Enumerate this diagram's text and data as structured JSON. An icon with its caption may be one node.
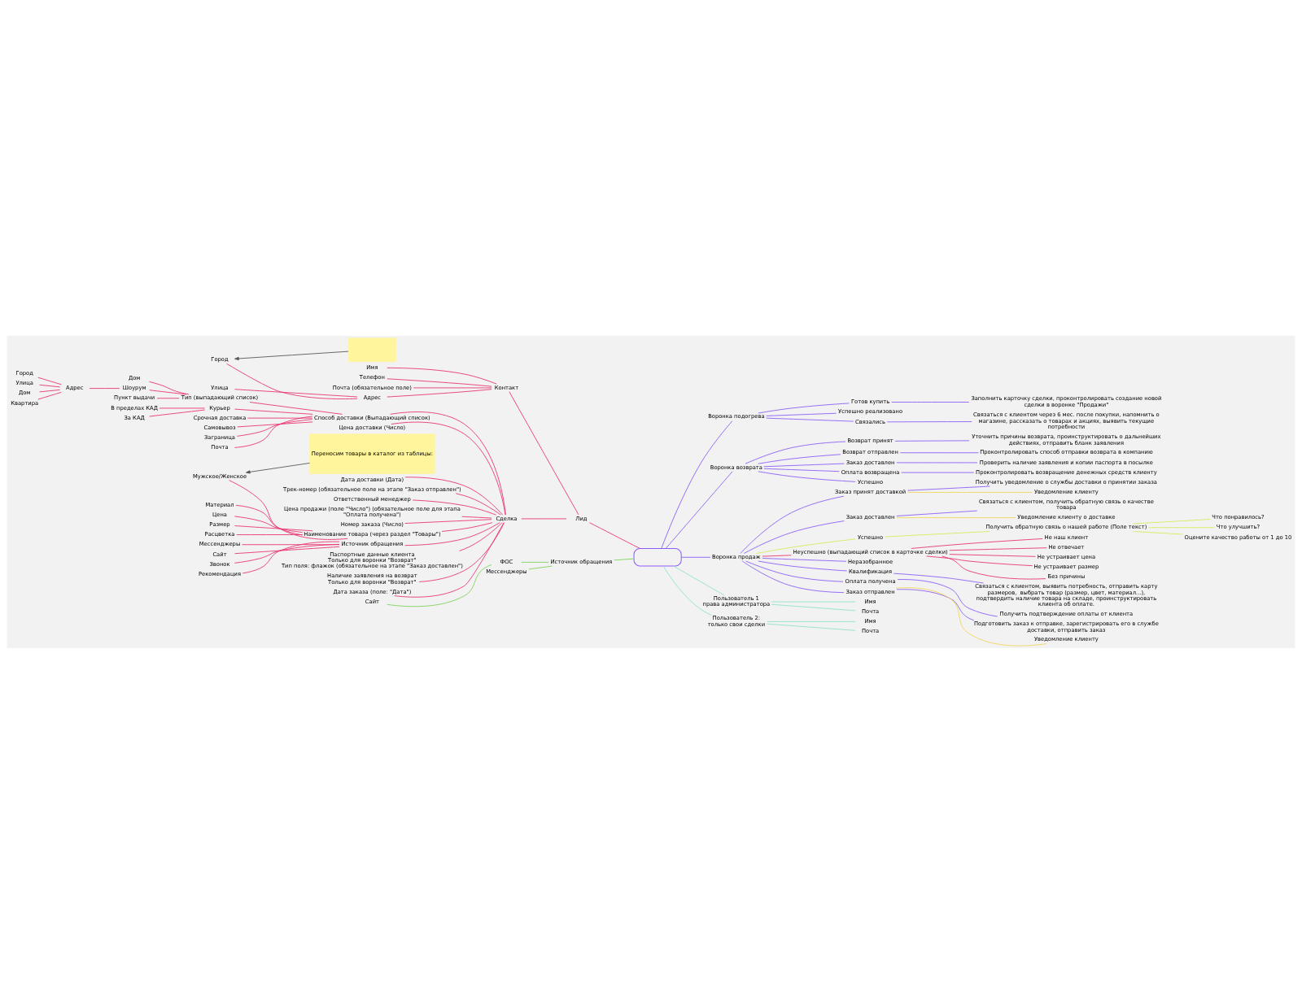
{
  "diagram": {
    "nodes": [
      {
        "text": [],
        "shape": "box"
      },
      {
        "text": [
          "Лид"
        ]
      },
      {
        "text": [
          "Сделка"
        ]
      },
      {
        "text": [
          "Источник обращения"
        ]
      },
      {
        "text": [
          "ФОС"
        ]
      },
      {
        "text": [
          "Сайт"
        ]
      },
      {
        "text": [
          "Мессенджеры"
        ]
      },
      {
        "text": [
          "Ответственный менеджер"
        ]
      },
      {
        "text": [
          "Цена продажи (поле \"Число\") (обязательное поле для этапа \"Оплата получена\")"
        ]
      },
      {
        "text": [
          "Номер заказа (Число)"
        ]
      },
      {
        "text": [
          "Наименование товара (через раздел \"Товары\")"
        ]
      },
      {
        "text": [
          "Размер"
        ]
      },
      {
        "text": [
          "Расцветка"
        ]
      },
      {
        "text": [
          "Материал"
        ]
      },
      {
        "text": [
          "Цена"
        ]
      },
      {
        "text": [
          "Мужское/Женское"
        ]
      },
      {
        "text": [
          "Переносим товары в каталог из таблицы:"
        ]
      },
      {
        "text": [
          "Дата заказа (поле: \"Дата\")"
        ]
      },
      {
        "text": [
          "Способ доставки (Выпадающий список)"
        ]
      },
      {
        "text": [
          "Почта"
        ]
      },
      {
        "text": [
          "Тип (выпадающий список)"
        ]
      },
      {
        "text": [
          "Пункт выдачи"
        ]
      },
      {
        "text": [
          "Дом"
        ]
      },
      {
        "text": [
          "Шоурум"
        ]
      },
      {
        "text": [
          "Адрес"
        ]
      },
      {
        "text": [
          "Город"
        ]
      },
      {
        "text": [
          "Улица"
        ]
      },
      {
        "text": [
          "Дом"
        ]
      },
      {
        "text": [
          "Квартира"
        ]
      },
      {
        "text": [
          "Курьер"
        ]
      },
      {
        "text": [
          "За КАД"
        ]
      },
      {
        "text": [
          "В пределах КАД"
        ]
      },
      {
        "text": [
          "Срочная доставка"
        ]
      },
      {
        "text": [
          "Самовывоз"
        ]
      },
      {
        "text": [
          "Заграница"
        ]
      },
      {
        "text": [
          "Цена доставки (Число)"
        ]
      },
      {
        "text": [
          "Дата доставки (Дата)"
        ]
      },
      {
        "text": [
          "Трек-номер (обязательное поле на этапе \"Заказ отправлен\")"
        ]
      },
      {
        "text": [
          "Источник обращения"
        ]
      },
      {
        "text": [
          "Сайт"
        ]
      },
      {
        "text": [
          "Звонок"
        ]
      },
      {
        "text": [
          "Рекомендация"
        ]
      },
      {
        "text": [
          "Мессенджеры"
        ]
      },
      {
        "text": [
          "Паспортные данные клиента",
          "Только для воронки \"Возврат\"",
          "Тип поля: флажок (обязательное на этапе \"Заказ доставлен\")"
        ]
      },
      {
        "text": [
          "Наличие заявления на возврат",
          "Только для воронки \"Возврат\""
        ]
      },
      {
        "text": [
          "Контакт"
        ]
      },
      {
        "text": [
          "Имя"
        ]
      },
      {
        "text": [
          "Телефон"
        ]
      },
      {
        "text": [
          "Почта (обязательное поле)"
        ]
      },
      {
        "text": [
          "Адрес"
        ]
      },
      {
        "text": [
          "Город"
        ]
      },
      {
        "text": [
          "Улица"
        ]
      },
      {
        "text": [],
        "shape": "box"
      },
      {
        "text": [
          "Воронка подогрева"
        ]
      },
      {
        "text": [
          "Связались"
        ]
      },
      {
        "text": [
          "Связаться с клиентом через 6 мес. после покупки, напомнить о магазине, рассказать о товарах и акциях, выявить текущие потребности"
        ]
      },
      {
        "text": [
          "Готов купить"
        ]
      },
      {
        "text": [
          "Заполнить карточку сделки, проконтролировать создание новой сделки в воронке \"Продажи\""
        ]
      },
      {
        "text": [
          "Успешно реализовано"
        ]
      },
      {
        "text": [
          "Воронка возврата"
        ]
      },
      {
        "text": [
          "Возврат принят"
        ]
      },
      {
        "text": [
          "Уточнить причины возврата, проинструктировать о дальнейших действиях, отправить бланк заявления"
        ]
      },
      {
        "text": [
          "Возврат отправлен"
        ]
      },
      {
        "text": [
          "Проконтролировать способ отправки возврата в компанию"
        ]
      },
      {
        "text": [
          "Заказ доставлен"
        ]
      },
      {
        "text": [
          "Проверить наличие заявления и копии паспорта в посылке"
        ]
      },
      {
        "text": [
          "Оплата возвращена"
        ]
      },
      {
        "text": [
          "Проконтролировать возвращение денежных средств клиенту"
        ]
      },
      {
        "text": [
          "Успешно"
        ]
      },
      {
        "text": [
          "Воронка продаж"
        ]
      },
      {
        "text": [
          "Неразобранное"
        ]
      },
      {
        "text": [
          "Квалификация"
        ]
      },
      {
        "text": [
          "Связаться с клиентом, выявить потребность, отправить карту размеров,  выбрать товар (размер, цвет, материал...), подтвердить наличие товара на складе, проинструктировать клиента об оплате."
        ]
      },
      {
        "text": [
          "Оплата получена"
        ]
      },
      {
        "text": [
          "Получить подтверждение оплаты от клиента"
        ]
      },
      {
        "text": [
          "Заказ отправлен"
        ]
      },
      {
        "text": [
          "Подготовить заказ к отправке, зарегистрировать его в службе доставки, отправить заказ"
        ]
      },
      {
        "text": [
          "Уведомление клиенту"
        ]
      },
      {
        "text": [
          "Заказ принят доставкой"
        ]
      },
      {
        "text": [
          "Получить уведомление о службы доставки о принятии заказа"
        ]
      },
      {
        "text": [
          "Уведомление клиенту"
        ]
      },
      {
        "text": [
          "Заказ доставлен"
        ]
      },
      {
        "text": [
          "Связаться с клиентом, получить обратную связь о качестве товара"
        ]
      },
      {
        "text": [
          "Уведомление клиенту о доставке"
        ]
      },
      {
        "text": [
          "Успешно"
        ]
      },
      {
        "text": [
          "Получить обратную связь о нашей работе (Поле текст)"
        ]
      },
      {
        "text": [
          "Что понравилось?"
        ]
      },
      {
        "text": [
          "Что улучшить?"
        ]
      },
      {
        "text": [
          "Оцените качество работы от 1 до 10"
        ]
      },
      {
        "text": [
          "Неуспешно (выпадающий список в карточке сделки)"
        ]
      },
      {
        "text": [
          "Не наш клиент"
        ]
      },
      {
        "text": [
          "Не отвечает"
        ]
      },
      {
        "text": [
          "Не устраивает цена"
        ]
      },
      {
        "text": [
          "Не устраивает размер"
        ]
      },
      {
        "text": [
          "Без причины"
        ]
      },
      {
        "text": [
          "Пользователь 1",
          "права администратора"
        ]
      },
      {
        "text": [
          "Имя"
        ]
      },
      {
        "text": [
          "Почта"
        ]
      },
      {
        "text": [
          "Пользователь 2:",
          "только свои сделки"
        ]
      },
      {
        "text": [
          "Имя"
        ]
      },
      {
        "text": [
          "Почта"
        ]
      }
    ],
    "edges": [
      {
        "from": 52,
        "to": 1,
        "arrow": "none"
      },
      {
        "from": 52,
        "to": 3,
        "arrow": "none",
        "color": "#7dd35a"
      },
      {
        "from": 52,
        "to": 53,
        "arrow": "none",
        "color": "#8b5cf6"
      },
      {
        "from": 52,
        "to": 59,
        "arrow": "none",
        "color": "#8b5cf6"
      },
      {
        "from": 52,
        "to": 69,
        "arrow": "none",
        "color": "#8b5cf6"
      },
      {
        "from": 52,
        "to": 95,
        "arrow": "none",
        "color": "#90e0cc"
      },
      {
        "from": 52,
        "to": 98,
        "arrow": "none",
        "color": "#90e0cc"
      },
      {
        "from": 1,
        "to": 2,
        "arrow": "none"
      },
      {
        "from": 1,
        "to": 45,
        "arrow": "none"
      },
      {
        "from": 3,
        "to": 4,
        "arrow": "none",
        "color": "#7dd35a"
      },
      {
        "from": 4,
        "to": 5,
        "arrow": "none",
        "color": "#7dd35a"
      },
      {
        "from": 3,
        "to": 6,
        "arrow": "none",
        "color": "#7dd35a"
      },
      {
        "from": 2,
        "to": 7,
        "arrow": "none"
      },
      {
        "from": 2,
        "to": 8,
        "arrow": "none"
      },
      {
        "from": 2,
        "to": 9,
        "arrow": "none"
      },
      {
        "from": 2,
        "to": 10,
        "arrow": "none"
      },
      {
        "from": 10,
        "to": 11,
        "arrow": "none"
      },
      {
        "from": 10,
        "to": 12,
        "arrow": "none"
      },
      {
        "from": 10,
        "to": 13,
        "arrow": "none"
      },
      {
        "from": 10,
        "to": 14,
        "arrow": "none"
      },
      {
        "from": 10,
        "to": 15,
        "arrow": "none"
      },
      {
        "from": 16,
        "to": 15,
        "arrow": "to",
        "color": "#555555"
      },
      {
        "from": 2,
        "to": 17,
        "arrow": "none"
      },
      {
        "from": 2,
        "to": 18,
        "arrow": "none"
      },
      {
        "from": 18,
        "to": 19,
        "arrow": "none"
      },
      {
        "from": 18,
        "to": 20,
        "arrow": "none"
      },
      {
        "from": 20,
        "to": 21,
        "arrow": "none"
      },
      {
        "from": 20,
        "to": 22,
        "arrow": "none"
      },
      {
        "from": 20,
        "to": 23,
        "arrow": "none"
      },
      {
        "from": 23,
        "to": 24,
        "arrow": "none"
      },
      {
        "from": 24,
        "to": 25,
        "arrow": "none"
      },
      {
        "from": 24,
        "to": 26,
        "arrow": "none"
      },
      {
        "from": 24,
        "to": 27,
        "arrow": "none"
      },
      {
        "from": 24,
        "to": 28,
        "arrow": "none"
      },
      {
        "from": 18,
        "to": 29,
        "arrow": "none"
      },
      {
        "from": 29,
        "to": 30,
        "arrow": "none"
      },
      {
        "from": 29,
        "to": 31,
        "arrow": "none"
      },
      {
        "from": 18,
        "to": 32,
        "arrow": "none"
      },
      {
        "from": 18,
        "to": 33,
        "arrow": "none"
      },
      {
        "from": 18,
        "to": 34,
        "arrow": "none"
      },
      {
        "from": 2,
        "to": 35,
        "arrow": "none"
      },
      {
        "from": 2,
        "to": 36,
        "arrow": "none"
      },
      {
        "from": 2,
        "to": 37,
        "arrow": "none"
      },
      {
        "from": 2,
        "to": 38,
        "arrow": "none"
      },
      {
        "from": 38,
        "to": 39,
        "arrow": "none"
      },
      {
        "from": 38,
        "to": 40,
        "arrow": "none"
      },
      {
        "from": 38,
        "to": 41,
        "arrow": "none"
      },
      {
        "from": 38,
        "to": 42,
        "arrow": "none"
      },
      {
        "from": 2,
        "to": 43,
        "arrow": "none"
      },
      {
        "from": 2,
        "to": 44,
        "arrow": "none"
      },
      {
        "from": 45,
        "to": 46,
        "arrow": "none"
      },
      {
        "from": 45,
        "to": 47,
        "arrow": "none"
      },
      {
        "from": 45,
        "to": 48,
        "arrow": "none"
      },
      {
        "from": 45,
        "to": 49,
        "arrow": "none"
      },
      {
        "from": 49,
        "to": 50,
        "arrow": "none"
      },
      {
        "from": 49,
        "to": 51,
        "arrow": "none"
      },
      {
        "from": 0,
        "to": 50,
        "arrow": "to",
        "color": "#555555"
      },
      {
        "from": 53,
        "to": 54,
        "arrow": "none",
        "color": "#8b5cf6"
      },
      {
        "from": 54,
        "to": 55,
        "arrow": "none",
        "color": "#8b5cf6"
      },
      {
        "from": 53,
        "to": 56,
        "arrow": "none",
        "color": "#8b5cf6"
      },
      {
        "from": 56,
        "to": 57,
        "arrow": "none",
        "color": "#8b5cf6"
      },
      {
        "from": 53,
        "to": 58,
        "arrow": "none",
        "color": "#8b5cf6"
      },
      {
        "from": 59,
        "to": 60,
        "arrow": "none",
        "color": "#8b5cf6"
      },
      {
        "from": 60,
        "to": 61,
        "arrow": "none",
        "color": "#8b5cf6"
      },
      {
        "from": 59,
        "to": 62,
        "arrow": "none",
        "color": "#8b5cf6"
      },
      {
        "from": 62,
        "to": 63,
        "arrow": "none",
        "color": "#8b5cf6"
      },
      {
        "from": 59,
        "to": 64,
        "arrow": "none",
        "color": "#8b5cf6"
      },
      {
        "from": 64,
        "to": 65,
        "arrow": "none",
        "color": "#8b5cf6"
      },
      {
        "from": 59,
        "to": 66,
        "arrow": "none",
        "color": "#8b5cf6"
      },
      {
        "from": 66,
        "to": 67,
        "arrow": "none",
        "color": "#8b5cf6"
      },
      {
        "from": 59,
        "to": 68,
        "arrow": "none",
        "color": "#8b5cf6"
      },
      {
        "from": 69,
        "to": 70,
        "arrow": "none",
        "color": "#8b5cf6"
      },
      {
        "from": 69,
        "to": 71,
        "arrow": "none",
        "color": "#8b5cf6"
      },
      {
        "from": 71,
        "to": 72,
        "arrow": "none",
        "color": "#8b5cf6"
      },
      {
        "from": 69,
        "to": 73,
        "arrow": "none",
        "color": "#8b5cf6"
      },
      {
        "from": 73,
        "to": 74,
        "arrow": "none",
        "color": "#8b5cf6"
      },
      {
        "from": 69,
        "to": 75,
        "arrow": "none",
        "color": "#8b5cf6"
      },
      {
        "from": 75,
        "to": 76,
        "arrow": "none",
        "color": "#8b5cf6"
      },
      {
        "from": 75,
        "to": 77,
        "arrow": "none",
        "color": "#f2d65a"
      },
      {
        "from": 69,
        "to": 78,
        "arrow": "none",
        "color": "#8b5cf6"
      },
      {
        "from": 78,
        "to": 79,
        "arrow": "none",
        "color": "#8b5cf6"
      },
      {
        "from": 78,
        "to": 80,
        "arrow": "none",
        "color": "#f2d65a"
      },
      {
        "from": 69,
        "to": 81,
        "arrow": "none",
        "color": "#8b5cf6"
      },
      {
        "from": 81,
        "to": 82,
        "arrow": "none",
        "color": "#8b5cf6"
      },
      {
        "from": 81,
        "to": 83,
        "arrow": "none",
        "color": "#f2d65a"
      },
      {
        "from": 69,
        "to": 84,
        "arrow": "none",
        "color": "#d6ea5a"
      },
      {
        "from": 84,
        "to": 85,
        "arrow": "none",
        "color": "#d6ea5a"
      },
      {
        "from": 85,
        "to": 86,
        "arrow": "none",
        "color": "#d6ea5a"
      },
      {
        "from": 85,
        "to": 87,
        "arrow": "none",
        "color": "#d6ea5a"
      },
      {
        "from": 85,
        "to": 88,
        "arrow": "none",
        "color": "#d6ea5a"
      },
      {
        "from": 69,
        "to": 89,
        "arrow": "none"
      },
      {
        "from": 89,
        "to": 90,
        "arrow": "none"
      },
      {
        "from": 89,
        "to": 91,
        "arrow": "none"
      },
      {
        "from": 89,
        "to": 92,
        "arrow": "none"
      },
      {
        "from": 89,
        "to": 93,
        "arrow": "none"
      },
      {
        "from": 89,
        "to": 94,
        "arrow": "none"
      },
      {
        "from": 95,
        "to": 96,
        "arrow": "none",
        "color": "#90e0cc"
      },
      {
        "from": 95,
        "to": 97,
        "arrow": "none",
        "color": "#90e0cc"
      },
      {
        "from": 98,
        "to": 99,
        "arrow": "none",
        "color": "#90e0cc"
      },
      {
        "from": 98,
        "to": 100,
        "arrow": "none",
        "color": "#90e0cc"
      }
    ]
  }
}
